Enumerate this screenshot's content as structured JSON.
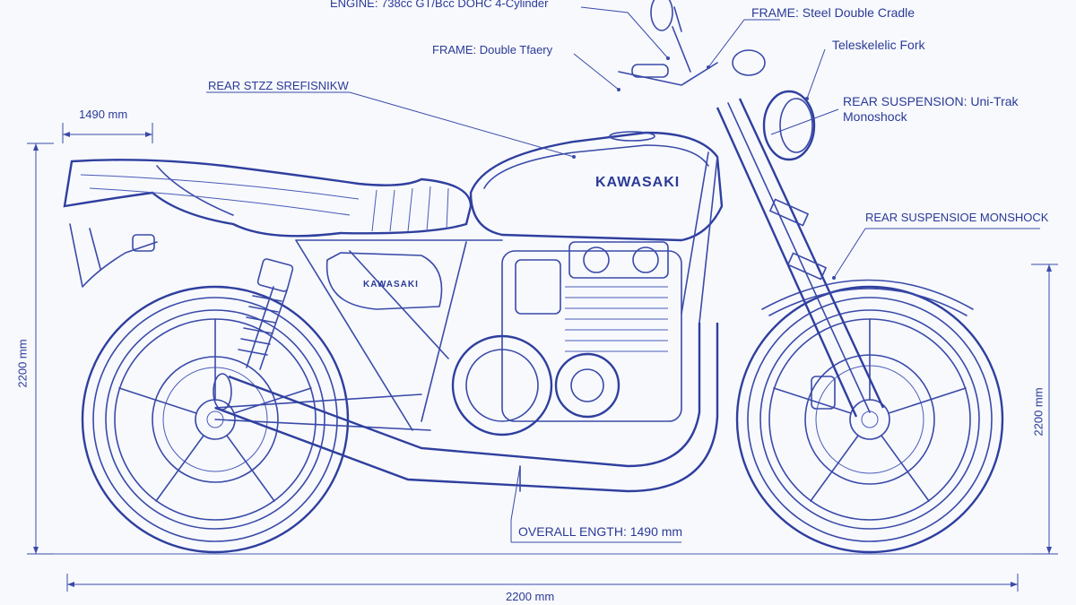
{
  "callouts": {
    "engine": "ENGINE: 738cc GT/Bcc DOHC 4-Cylinder",
    "frame_top": "FRAME: Steel Double Cradle",
    "frame_left": "FRAME: Double Tfaery",
    "fork": "Teleskelelic Fork",
    "rear_size": "REAR STZZ SREFISNIKW",
    "rear_susp_1": "REAR SUSPENSION: Uni-Trak",
    "rear_susp_2": "Monoshock",
    "rear_susp_mono": "REAR SUSPENSIOE MONSHOCK",
    "overall_length": "OVERALL ENGTH: 1490 mm"
  },
  "dimensions": {
    "top_left_width": "1490 mm",
    "left_height": "2200 mm",
    "right_height": "2200 mm",
    "bottom_length": "2200 mm"
  },
  "branding": {
    "tank_logo": "KAWASAKI",
    "panel_logo": "KAWASAKI"
  },
  "colors": {
    "ink": "#3a4aa8",
    "paper": "#f7f9fd"
  }
}
